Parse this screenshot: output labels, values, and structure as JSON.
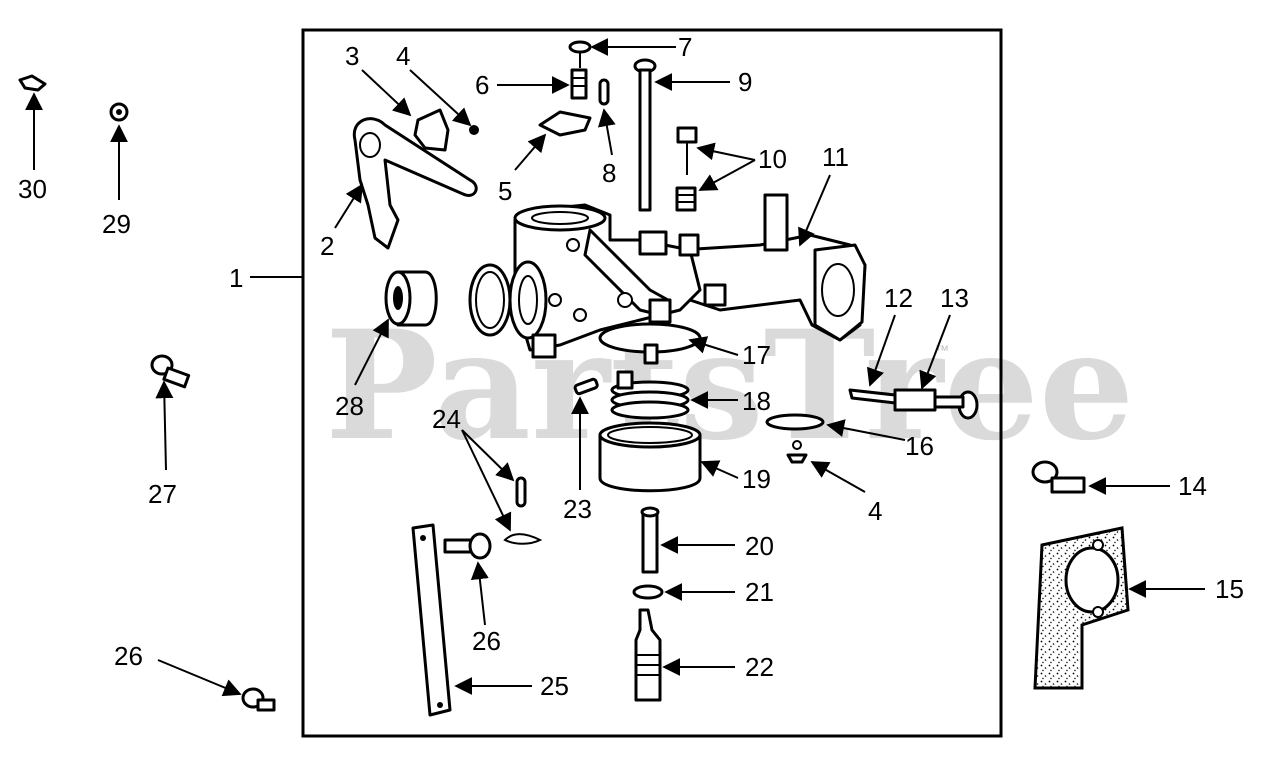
{
  "watermark": {
    "text": "PartsTree",
    "tm": "™"
  },
  "callouts": {
    "c1": "1",
    "c2": "2",
    "c3": "3",
    "c4a": "4",
    "c4b": "4",
    "c5": "5",
    "c6": "6",
    "c7": "7",
    "c8": "8",
    "c9": "9",
    "c10": "10",
    "c11": "11",
    "c12": "12",
    "c13": "13",
    "c14": "14",
    "c15": "15",
    "c16": "16",
    "c17": "17",
    "c18": "18",
    "c19": "19",
    "c20": "20",
    "c21": "21",
    "c22": "22",
    "c23": "23",
    "c24": "24",
    "c25": "25",
    "c26a": "26",
    "c26b": "26",
    "c27": "27",
    "c28": "28",
    "c29": "29",
    "c30": "30"
  },
  "colors": {
    "line": "#000000",
    "watermark": "#bdbdbd",
    "background": "#ffffff"
  }
}
